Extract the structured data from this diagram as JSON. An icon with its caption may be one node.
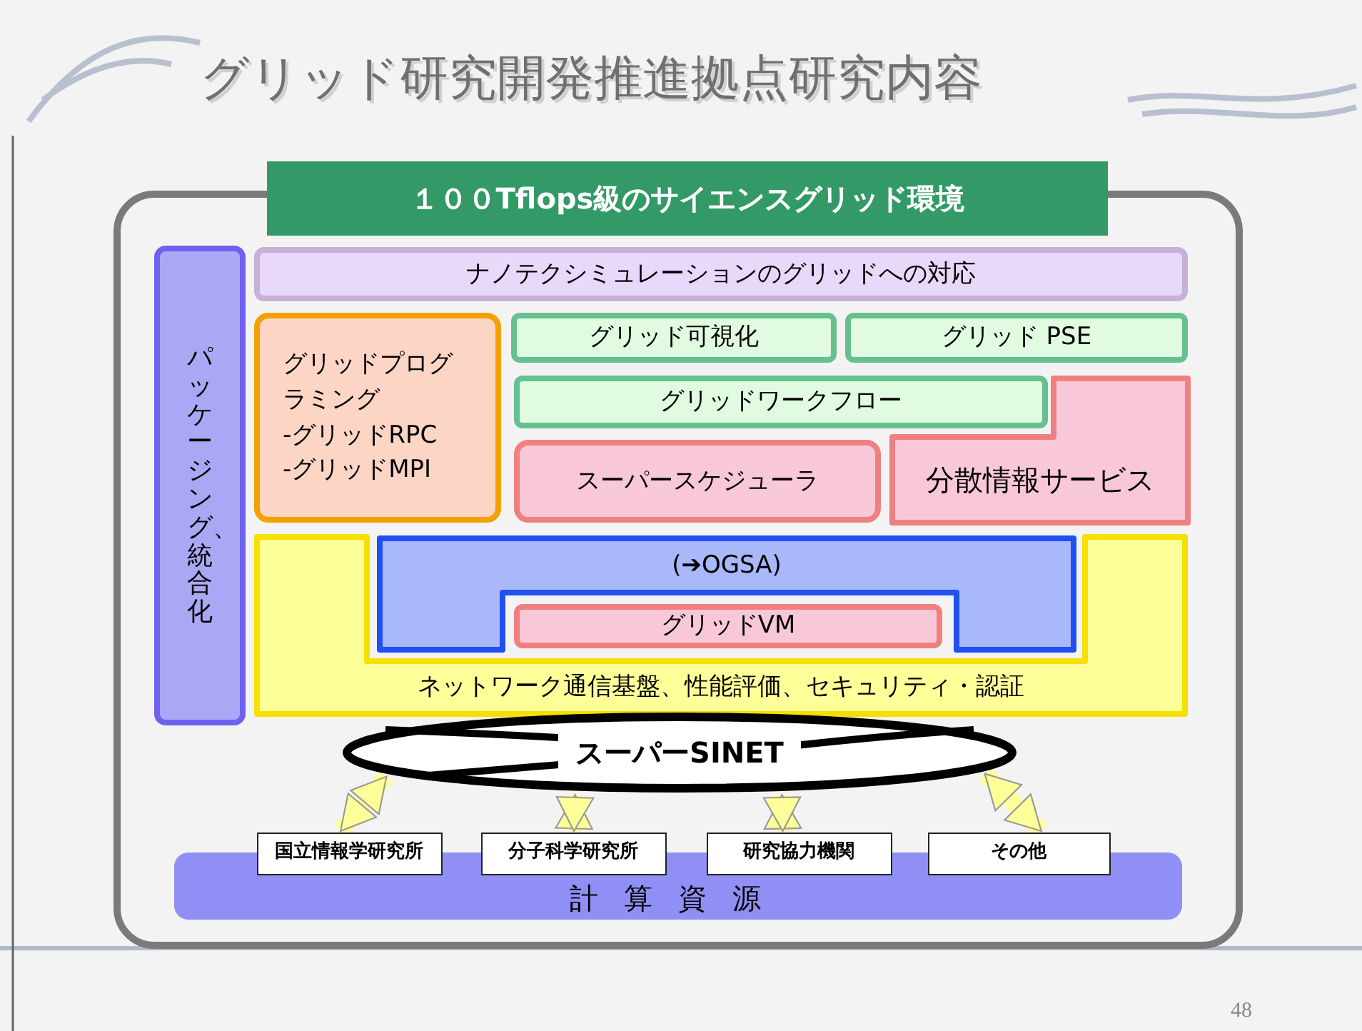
{
  "diagram": {
    "title": "グリッド研究開発推進拠点研究内容",
    "nodes": [
      {
        "text": [
          "１００Tflops級のサイエンスグリッド環境"
        ]
      },
      {
        "text": [
          "パッケージング、統合化"
        ]
      },
      {
        "text": [
          "ナノテクシミュレーションのグリッドへの対応"
        ]
      },
      {
        "text": [
          "グリッドプログラミング",
          "-グリッドRPC",
          "-グリッドMPI"
        ]
      },
      {
        "text": [
          "グリッド可視化"
        ]
      },
      {
        "text": [
          "グリッド PSE"
        ]
      },
      {
        "text": [
          "グリッドワークフロー"
        ]
      },
      {
        "text": [
          "スーパースケジューラ"
        ]
      },
      {
        "text": [
          "分散情報サービス"
        ]
      },
      {
        "text": [
          "ネットワーク通信基盤、性能評価、セキュリティ・認証"
        ]
      },
      {
        "text": [
          "(➔OGSA)"
        ],
        "in": 9
      },
      {
        "text": [
          "グリッドVM"
        ],
        "in": 9
      },
      {
        "text": [
          "スーパーSINET"
        ]
      },
      {
        "text": [
          "国立情報学研究所"
        ]
      },
      {
        "text": [
          "分子科学研究所"
        ]
      },
      {
        "text": [
          "研究協力機関"
        ]
      },
      {
        "text": [
          "その他"
        ]
      },
      {
        "text": [
          "計算資源"
        ]
      }
    ],
    "edges": [
      {
        "from": 12,
        "to": 13,
        "arrow": "both"
      },
      {
        "from": 12,
        "to": 14,
        "arrow": "both"
      },
      {
        "from": 12,
        "to": 15,
        "arrow": "both"
      },
      {
        "from": 12,
        "to": 16,
        "arrow": "both"
      }
    ],
    "labels": [
      "48"
    ]
  }
}
